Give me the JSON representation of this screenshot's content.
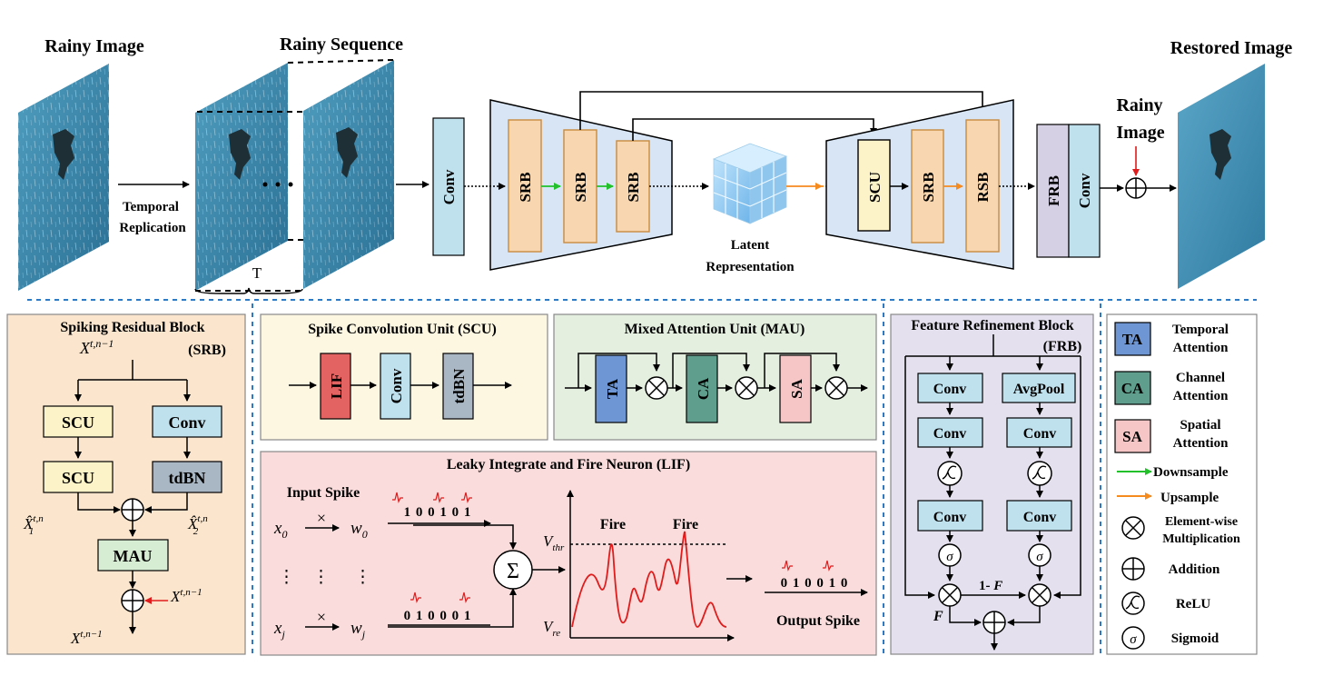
{
  "top": {
    "rainy_image": "Rainy Image",
    "rainy_sequence": "Rainy Sequence",
    "restored_image": "Restored Image",
    "temporal": "Temporal",
    "replication": "Replication",
    "T": "T",
    "conv": "Conv",
    "srb": "SRB",
    "latent1": "Latent",
    "latent2": "Representation",
    "scu": "SCU",
    "rsb": "RSB",
    "frb": "FRB",
    "rainy1": "Rainy",
    "rainy2": "Image"
  },
  "srb_panel": {
    "title": "Spiking Residual Block",
    "tag": "(SRB)",
    "scu": "SCU",
    "conv": "Conv",
    "tdbn": "tdBN",
    "mau": "MAU"
  },
  "scu_panel": {
    "title": "Spike Convolution Unit (SCU)",
    "lif": "LIF",
    "conv": "Conv",
    "tdbn": "tdBN"
  },
  "mau_panel": {
    "title": "Mixed Attention Unit (MAU)",
    "ta": "TA",
    "ca": "CA",
    "sa": "SA"
  },
  "lif_panel": {
    "title": "Leaky Integrate and Fire Neuron (LIF)",
    "input_spike": "Input Spike",
    "bits_top": "1 0 0 1 0 1",
    "bits_bottom": "0 1 0 0 0 1",
    "fire": "Fire",
    "output_bits": "0 1 0   0 1 0",
    "output_spike": "Output Spike"
  },
  "frb_panel": {
    "title": "Feature Refinement Block",
    "tag": "(FRB)",
    "conv": "Conv",
    "avgpool": "AvgPool",
    "one_minus_f": "1- ",
    "f": "F"
  },
  "legend": {
    "ta": "TA",
    "ta1": "Temporal",
    "ta2": "Attention",
    "ca": "CA",
    "ca1": "Channel",
    "ca2": "Attention",
    "sa": "SA",
    "sa1": "Spatial",
    "sa2": "Attention",
    "down": "Downsample",
    "up": "Upsample",
    "ew1": "Element-wise",
    "ew2": "Multiplication",
    "add": "Addition",
    "relu": "ReLU",
    "sigmoid": "Sigmoid"
  },
  "colors": {
    "conv": "#bfe1ee",
    "srb": "#f8d7b0",
    "scu": "#fdf3c8",
    "frb": "#d6d0e4",
    "ta": "#6f96d4",
    "ca": "#5f9e8c",
    "sa": "#f6c6c6",
    "lif": "#e36362",
    "tdbn": "#a9b6c4",
    "mau": "#d6ecd3",
    "green": "#22c02a",
    "orange": "#f58a1f",
    "red": "#e01b1b"
  }
}
